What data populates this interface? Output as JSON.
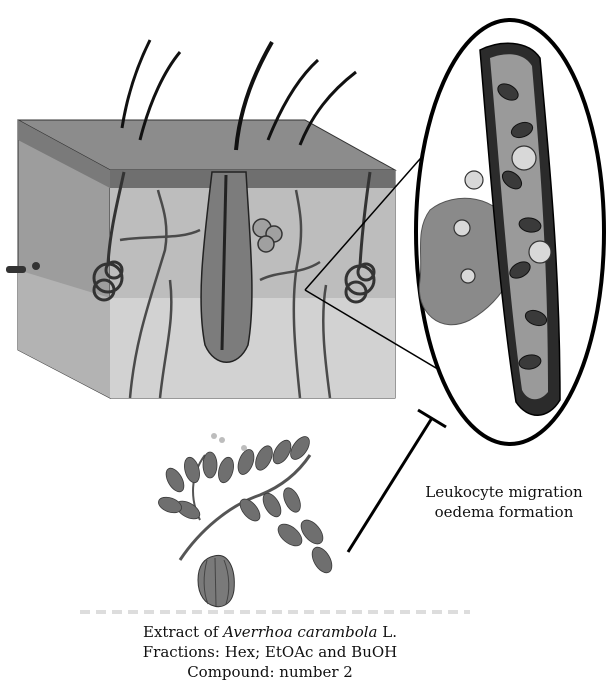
{
  "labels": {
    "effect_line1": "Leukocyte migration",
    "effect_line2": "oedema formation",
    "extract_prefix": "Extract of ",
    "extract_species": "Averrhoa carambola",
    "extract_suffix": " L.",
    "fractions": "Fractions: Hex; EtOAc and BuOH",
    "compound": "Compound: number 2"
  },
  "colors": {
    "skin_surface": "#8c8c8c",
    "dermis": "#c4c4c4",
    "outline": "#000000",
    "vessel_dark": "#2b2b2b",
    "leaf": "#6f6f6f"
  }
}
